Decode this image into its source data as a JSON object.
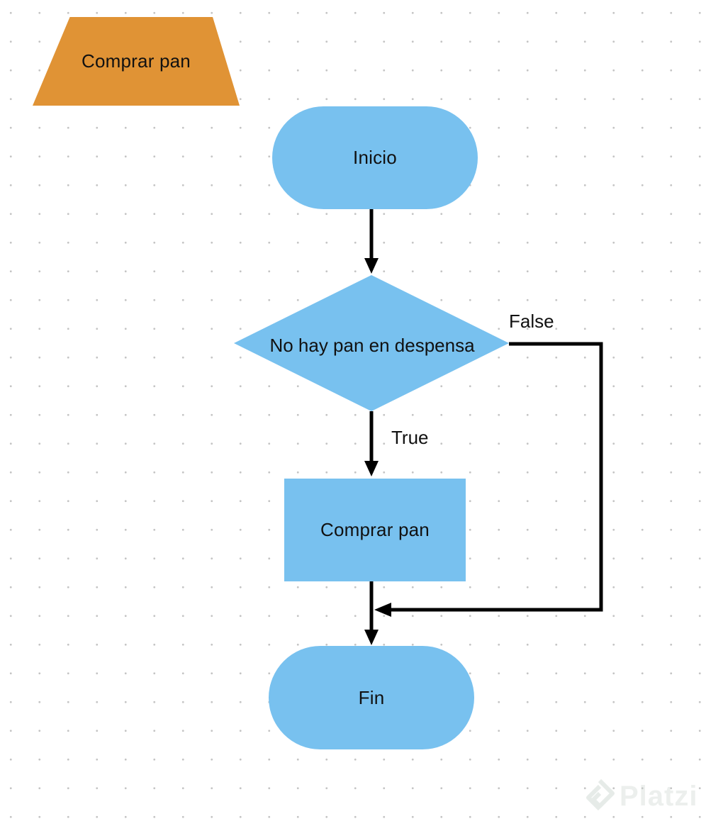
{
  "diagram": {
    "legend_shape": {
      "label": "Comprar pan",
      "color": "#e09335"
    },
    "nodes": {
      "start": {
        "label": "Inicio",
        "shape": "terminator"
      },
      "decision": {
        "label": "No hay pan en despensa",
        "shape": "decision"
      },
      "process": {
        "label": "Comprar pan",
        "shape": "process"
      },
      "end": {
        "label": "Fin",
        "shape": "terminator"
      }
    },
    "edges": {
      "start_to_decision": {
        "from": "start",
        "to": "decision",
        "label": ""
      },
      "decision_true": {
        "from": "decision",
        "to": "process",
        "label": "True"
      },
      "decision_false": {
        "from": "decision",
        "to": "end",
        "label": "False"
      },
      "process_to_end": {
        "from": "process",
        "to": "end",
        "label": ""
      }
    },
    "colors": {
      "node_fill": "#78c1ef",
      "connector": "#000000",
      "grid_dot": "#c4c4c4"
    }
  },
  "watermark": {
    "text": "Platzi",
    "icon": "platzi-logo-icon"
  }
}
